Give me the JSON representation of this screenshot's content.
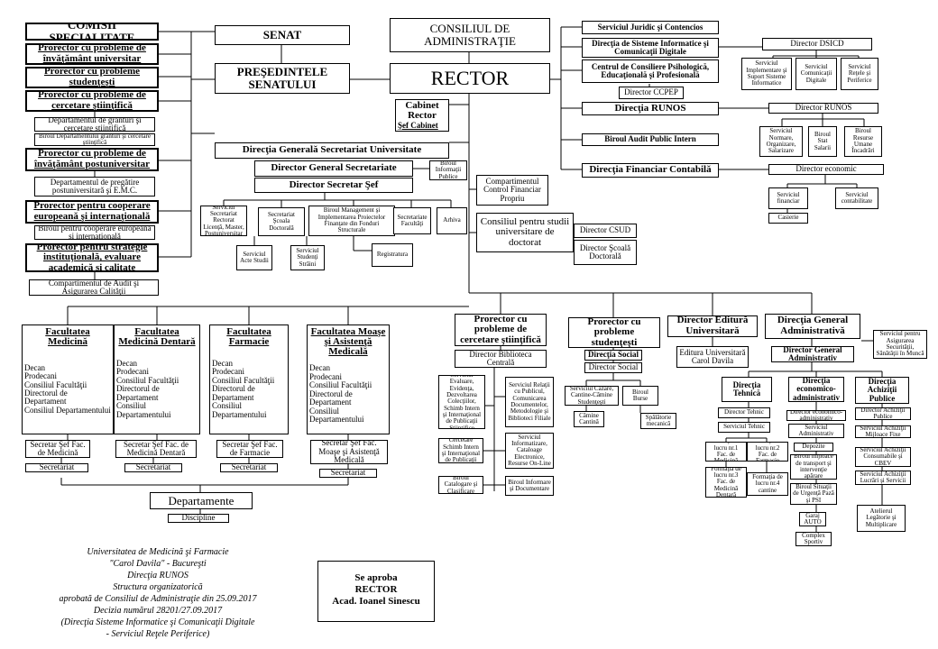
{
  "org": {
    "comisii": "COMISII SPECIALITATE",
    "pr_inv_univ": "Prorector cu probleme de învăţământ universitar",
    "pr_studenti_left": "Prorector cu probleme studenţeşti",
    "pr_cercetare_left": "Prorector cu probleme de cercetare ştiinţifică",
    "dep_granturi": "Departamentul de granturi şi cercetare ştiinţifică",
    "birou_granturi": "Biroul Departamentului granturi şi cercetare ştiinţifică",
    "pr_postuniv": "Prorector cu probleme de învăţământ postuniversitar",
    "dep_pregatire": "Departamentul de pregătire postuniversitară şi E.M.C.",
    "pr_cooperare": "Prorector pentru cooperare europeană şi internaţională",
    "birou_cooperare": "Biroul pentru cooperare europeană şi internaţională",
    "pr_strategie": "Prorector pentru strategie instituţională, evaluare academică şi calitate",
    "comp_audit": "Compartimentul de Audit şi Asigurarea Calităţii",
    "senat": "SENAT",
    "presedintele": "PREŞEDINTELE SENATULUI",
    "consiliul_adm": "CONSILIUL DE ADMINISTRAŢIE",
    "rector": "RECTOR",
    "cabinet": "Cabinet Rector",
    "sef_cabinet": "Şef Cabinet",
    "dir_gen_secr_univ": "Direcţia Generală Secretariat Universitate",
    "dir_gen_secretariate": "Director General Secretariate",
    "birou_info": "Biroul Informaţii Publice",
    "dir_secr_sef": "Director Secretar Şef",
    "comp_control": "Compartimentul Control Financiar Propriu",
    "consiliul_doctorat": "Consiliul pentru studii universitare de doctorat",
    "dir_csud": "Director CSUD",
    "dir_scoala_doct": "Director Şcoală Doctorală",
    "serv_secr_rect": "Serviciul Secretariat Rectorat Licenţă, Master, Postuniversitar",
    "secr_scoala": "Secretariat Şcoala Doctorală",
    "birou_mgmt": "Biroul Management şi Implementarea Proiectelor Finanţate din Fonduri Structurale",
    "secr_facultati": "Secretariate Facultăţi",
    "arhiva": "Arhiva",
    "serv_acte": "Serviciul Acte Studii",
    "serv_studenti_straini": "Serviciul Studenţi Străini",
    "registratura": "Registratura",
    "serv_juridic": "Serviciul Juridic şi Contencios",
    "dir_sisteme": "Direcţia de Sisteme Informatice şi Comunicaţii Digitale",
    "director_dsicd": "Director DSICD",
    "serv_implementare": "Serviciul Implementare şi Suport Sisteme Informatice",
    "serv_comunicatii": "Serviciul Comunicaţii Digitale",
    "serv_retele": "Serviciul Reţele şi Periferice",
    "centru_consiliere": "Centrul de Consiliere Psihologică, Educaţională şi Profesională",
    "director_ccpep": "Director CCPEP",
    "directia_runos": "Direcţia RUNOS",
    "director_runos": "Director RUNOS",
    "serv_normare": "Serviciul Normare, Organizare, Salarizare",
    "birou_stat": "Biroul Stat Salarii",
    "birou_resurse": "Biroul Resurse Umane Încadrări",
    "birou_audit": "Biroul Audit Public Intern",
    "dir_fin_contabila": "Direcţia Financiar Contabilă",
    "director_economic": "Director economic",
    "serv_financiar": "Serviciul financiar",
    "serv_contabilitate": "Serviciul contabilitate",
    "casierie": "Casierie",
    "fac_medicina": {
      "title": "Facultatea Medicină",
      "lines": [
        "Decan",
        "Prodecani",
        "Consiliul Facultăţii",
        "Directorul de Departament",
        "Consiliul Departamentului"
      ],
      "secretar": "Secretar Şef Fac. de Medicină",
      "secretariat": "Secretariat"
    },
    "fac_dentara": {
      "title": "Facultatea Medicină Dentară",
      "lines": [
        "Decan",
        "Prodecani",
        "Consiliul Facultăţii",
        "Directorul de Departament",
        "Consiliul Departamentului"
      ],
      "secretar": "Secretar Şef Fac. de Medicină Dentară",
      "secretariat": "Secretariat"
    },
    "fac_farmacie": {
      "title": "Facultatea Farmacie",
      "lines": [
        "Decan",
        "Prodecani",
        "Consiliul Facultăţii",
        "Directorul de Departament",
        "Consiliul Departamentului"
      ],
      "secretar": "Secretar Şef Fac. de Farmacie",
      "secretariat": "Secretariat"
    },
    "fac_moase": {
      "title": "Facultatea Moaşe şi Asistenţă Medicală",
      "lines": [
        "Decan",
        "Prodecani",
        "Consiliul Facultăţii",
        "Directorul de Departament",
        "Consiliul Departamentului"
      ],
      "secretar": "Secretar Şef Fac. Moaşe şi Asistenţă Medicală",
      "secretariat": "Secretariat"
    },
    "departamente": "Departamente",
    "discipline": "Discipline",
    "pr_cercetare_bottom": "Prorector cu probleme de cercetare ştiinţifică",
    "dir_biblioteca": "Director Biblioteca Centrală",
    "serv_evaluare": "Serviciul Evaluare, Evidenţa, Dezvoltarea Colecţiilor, Schimb Intern şi Internaţional de Publicaţii Ştiinţifice",
    "serv_relatii": "Serviciul Relaţii cu Publicul, Comunicarea Documentelor, Metodologie şi Biblioteci Filiale",
    "cercet_schimb": "Cercetare Schimb Intern şi Internaţional de Publicaţii",
    "serv_informatizare": "Serviciul Informatizare, Cataloage Electronice, Resurse On-Line",
    "birou_catalogare": "Biroul Catalogare şi Clasificare",
    "birou_informare": "Biroul Informare şi Documentare",
    "pr_studenti_bottom": "Prorector cu probleme studenţeşti",
    "directia_social": "Direcţia Social",
    "director_social": "Director Social",
    "serv_cazare": "Serviciul Cazare, Cantine-Cămine Studenţeşti",
    "birou_burse": "Biroul Burse",
    "camine": "Cămine Cantină",
    "spalatorie": "Spălătorie mecanică",
    "dir_editura": "Director Editură Universitară",
    "editura": "Editura Universitară Carol Davila",
    "dir_gen_adm": "Direcţia General Administrativă",
    "serv_protectie": "Serviciul pentru Asigurarea Securităţii, Sănătăţii în Muncă",
    "director_gen_adm": "Director General Administrativ",
    "dir_tehnica": "Direcţia Tehnică",
    "director_tehnic": "Director Tehnic",
    "serv_tehnic": "Serviciul Tehnic",
    "formatia1": "Formaţia de lucru nr.1 Fac. de Medicină",
    "formatia2": "Formaţia de lucru nr.2 Fac. de Farmacie",
    "formatia3": "Formaţia de lucru nr.3 Fac. de Medicină Dentară",
    "formatia4": "Formaţia de lucru nr.4 cantine",
    "dir_economic_adm": "Direcţia economico-administrativ",
    "director_economic_adm": "Director economico-administrativ",
    "serv_administrativ": "Serviciul Administrativ",
    "depozite": "Depozite",
    "birou_mijloace": "Biroul mijloace de transport şi intervenţie apărare",
    "birou_urgenta": "Biroul Situaţii de Urgenţă Pază şi PSI",
    "garaj": "Garaj AUTO",
    "complex_sportiv": "Complex Sportiv",
    "dir_achizitii": "Direcţia Achiziţii Publice",
    "director_achizitii": "Director Achiziţii Publice",
    "serv_achizitii_mijloace": "Serviciul Achiziţii Mijloace Fixe",
    "serv_achizitii_consumabile": "Serviciul Achiziţii Consumabile şi CBEV",
    "serv_achizitii_lucrari": "Serviciul Achiziţii Lucrări şi Servicii",
    "ateliere": "Atelierul Legătorie şi Multiplicare"
  },
  "caption": {
    "line1": "Universitatea de Medicină şi Farmacie",
    "line2": "\"Carol Davila\" - Bucureşti",
    "line3": "Direcţia RUNOS",
    "line4": "Structura organizatorică",
    "line5": "aprobată de Consiliul de Administraţie din 25.09.2017",
    "line6": "Decizia numărul 28201/27.09.2017",
    "line7": "(Direcţia Sisteme Informatice şi Comunicaţii Digitale",
    "line8": "- Serviciul Reţele Periferice)"
  },
  "approval": {
    "line1": "Se aproba",
    "line2": "RECTOR",
    "line3": "Acad. Ioanel Sinescu"
  }
}
